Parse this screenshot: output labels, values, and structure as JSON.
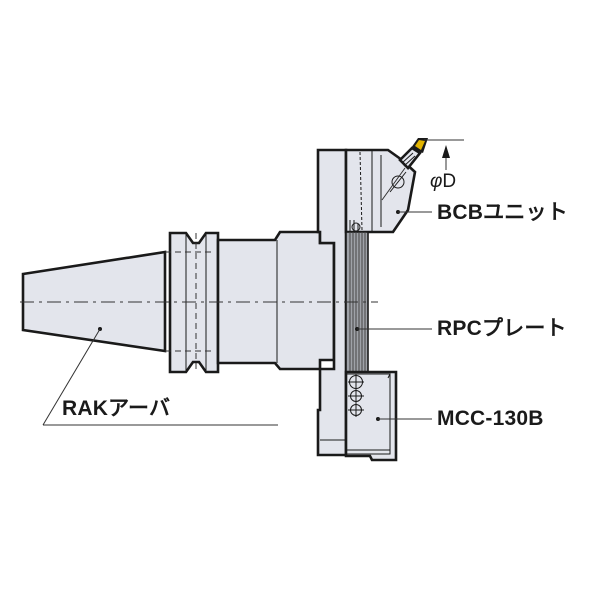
{
  "diagram": {
    "type": "mechanical-assembly-drawing",
    "colors": {
      "body_fill": "#e3e5ec",
      "outline": "#1a1a1a",
      "insert_gold": "#e2b400",
      "plate_stripes": "#555555"
    },
    "labels": {
      "bcb_unit": "BCBユニット",
      "rpc_plate": "RPCプレート",
      "mcc": "MCC-130B",
      "rak_arbor": "RAKアーバ"
    },
    "dimension": {
      "symbol": "φ",
      "letter": "D"
    }
  }
}
